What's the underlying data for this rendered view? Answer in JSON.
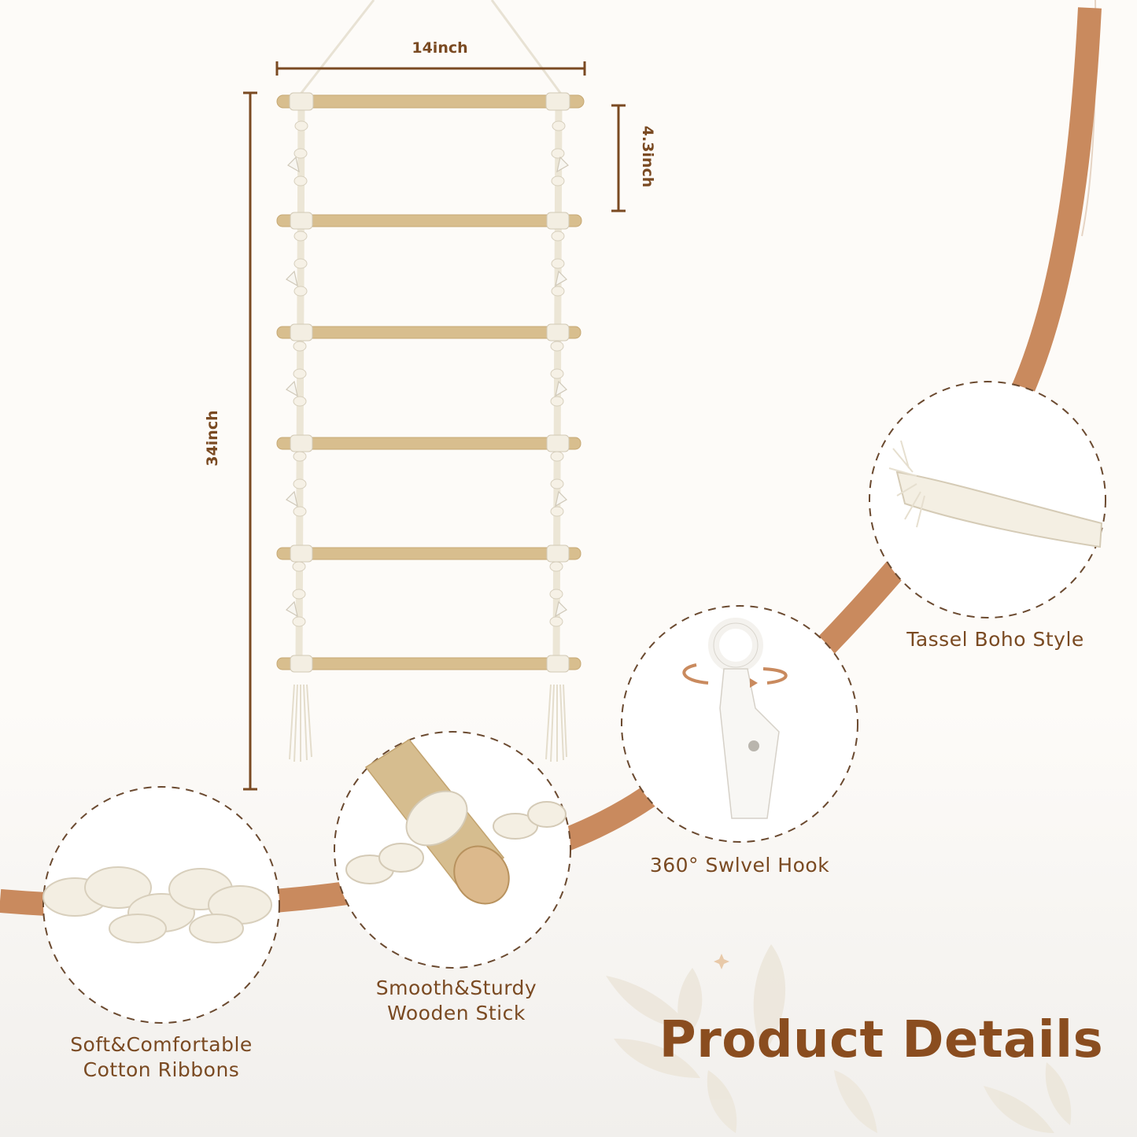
{
  "dimensions": {
    "width": "14inch",
    "height": "34inch",
    "spacing": "4.3inch"
  },
  "features": [
    {
      "id": "cotton",
      "lines": [
        "Soft&Comfortable",
        "Cotton Ribbons"
      ]
    },
    {
      "id": "stick",
      "lines": [
        "Smooth&Sturdy",
        "Wooden Stick"
      ]
    },
    {
      "id": "hook",
      "lines": [
        "360° Swlvel Hook"
      ]
    },
    {
      "id": "tassel",
      "lines": [
        "Tassel Boho Style"
      ]
    }
  ],
  "title": "Product Details",
  "colors": {
    "accent": "#c98a5e",
    "text": "#7a4a22",
    "wood": "#d8be8e",
    "rope": "#efe9dc",
    "background": "#fdfbf8"
  }
}
